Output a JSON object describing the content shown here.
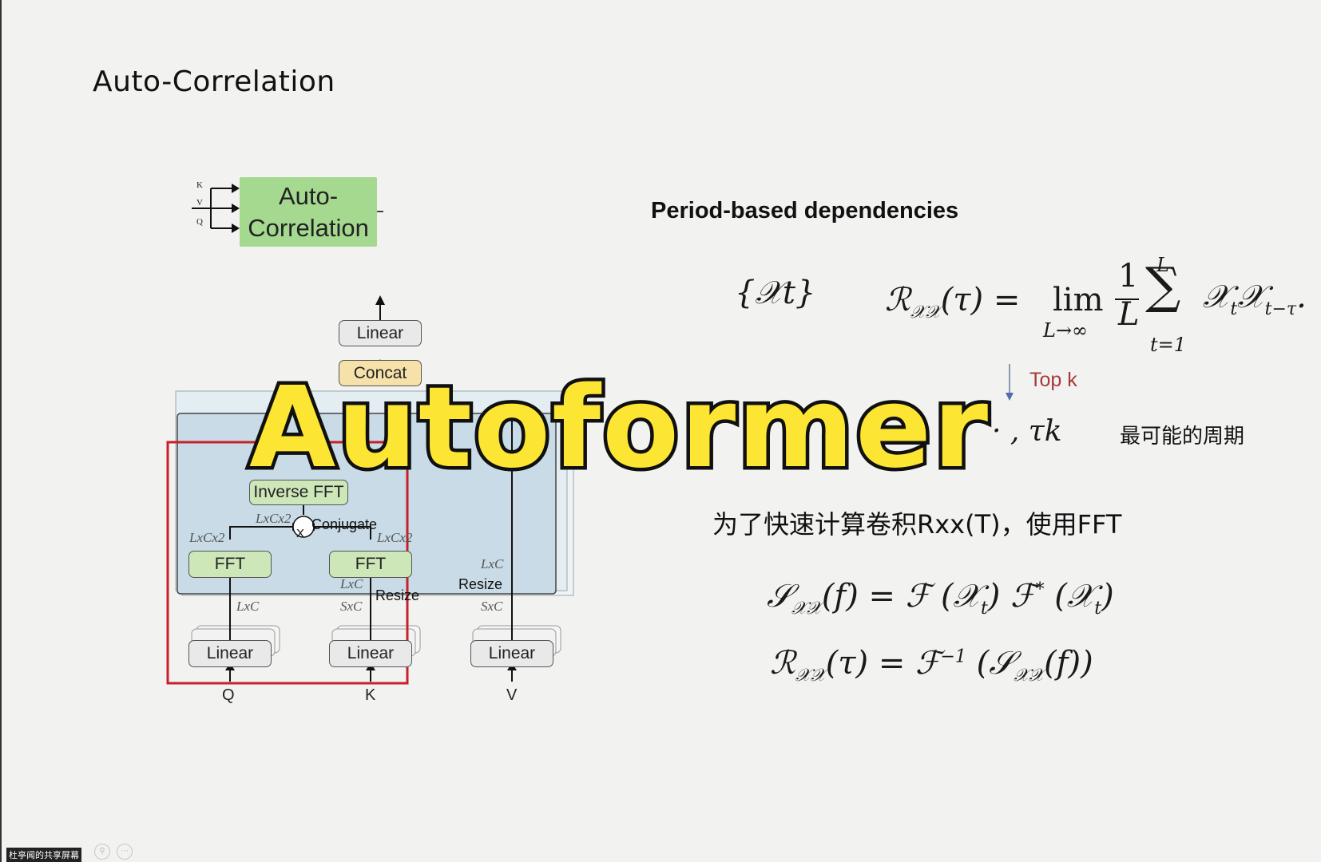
{
  "slide": {
    "title": "Auto-Correlation"
  },
  "ac_block": {
    "label_line1": "Auto-",
    "label_line2": "Correlation",
    "inputs": [
      "K",
      "V",
      "Q"
    ]
  },
  "diagram": {
    "top_linear": "Linear",
    "concat": "Concat",
    "inverse_fft": "Inverse FFT",
    "fft_left": "FFT",
    "fft_right": "FFT",
    "conjugate": "Conjugate",
    "multiply_symbol": "X",
    "resize_k": "Resize",
    "resize_v": "Resize",
    "linear_q": "Linear",
    "linear_k": "Linear",
    "linear_v": "Linear",
    "input_q": "Q",
    "input_k": "K",
    "input_v": "V",
    "dims": {
      "ifft_in": "LxCx2",
      "fft_left_out": "LxCx2",
      "fft_right_out": "LxCx2",
      "q_lin": "LxC",
      "k_lxc": "LxC",
      "k_sxc": "SxC",
      "v_lxc": "LxC",
      "v_sxc": "SxC"
    }
  },
  "right": {
    "section_title": "Period-based dependencies",
    "series": "{𝒳t}",
    "top_k": "Top k",
    "tau_tail": "· , τk",
    "period_note": "最可能的周期",
    "fft_note": "为了快速计算卷积Rxx(T)，使用FFT"
  },
  "overlay": {
    "title": "Autoformer"
  },
  "share_bar": {
    "label": "杜亭闻的共享屏幕"
  },
  "colors": {
    "green_block": "#a4d98f",
    "gray_box": "#e9e9ea",
    "green_box": "#cde7b8",
    "concat_box": "#f5e1a9",
    "panel_blue": "#c8dbe6",
    "highlight_red": "#c8202a",
    "topk_text": "#a63a3a",
    "overlay_fill": "#fde633"
  }
}
